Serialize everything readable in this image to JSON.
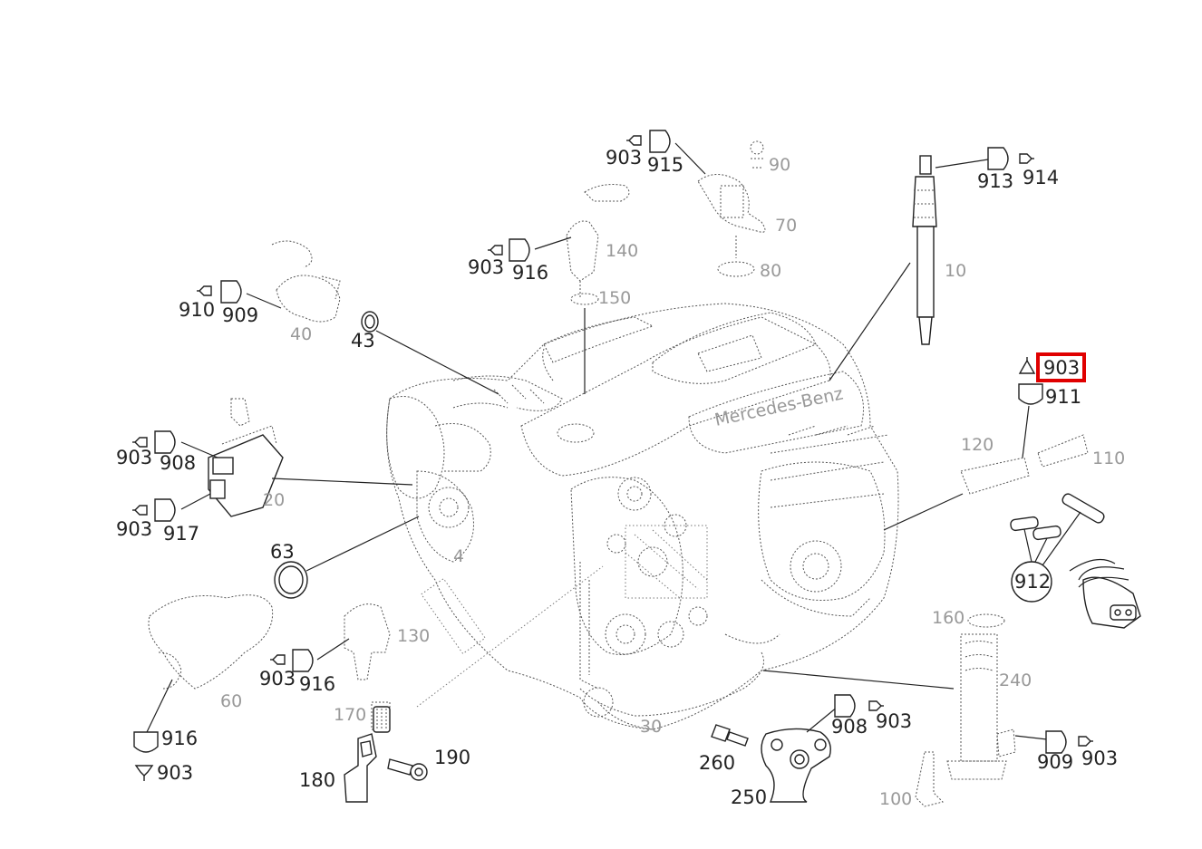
{
  "diagram": {
    "callouts": {
      "c903_top": "903",
      "c915": "915",
      "c903_mid": "903",
      "c916_top": "916",
      "c913": "913",
      "c914": "914",
      "c910": "910",
      "c909_left": "909",
      "c43": "43",
      "c903_hl": "903",
      "c911": "911",
      "c903_l1": "903",
      "c908_left": "908",
      "c903_l2": "903",
      "c917": "917",
      "c912": "912",
      "c63": "63",
      "c903_916": "903",
      "c916_mid": "916",
      "c916_bl": "916",
      "c903_bl": "903",
      "c190": "190",
      "c180": "180",
      "c908_bot": "908",
      "c903_bot": "903",
      "c260": "260",
      "c250": "250",
      "c909_br": "909",
      "c903_br": "903"
    },
    "faint_labels": {
      "f90": "90",
      "f70": "70",
      "f80": "80",
      "f140": "140",
      "f150": "150",
      "f10": "10",
      "f40": "40",
      "f120": "120",
      "f110": "110",
      "f20": "20",
      "f60": "60",
      "f130": "130",
      "f170": "170",
      "f160": "160",
      "f30": "30",
      "f240": "240",
      "f100": "100",
      "f4": "4"
    },
    "engine_badge": "Mercedes-Benz",
    "highlight_color": "#e00000"
  }
}
